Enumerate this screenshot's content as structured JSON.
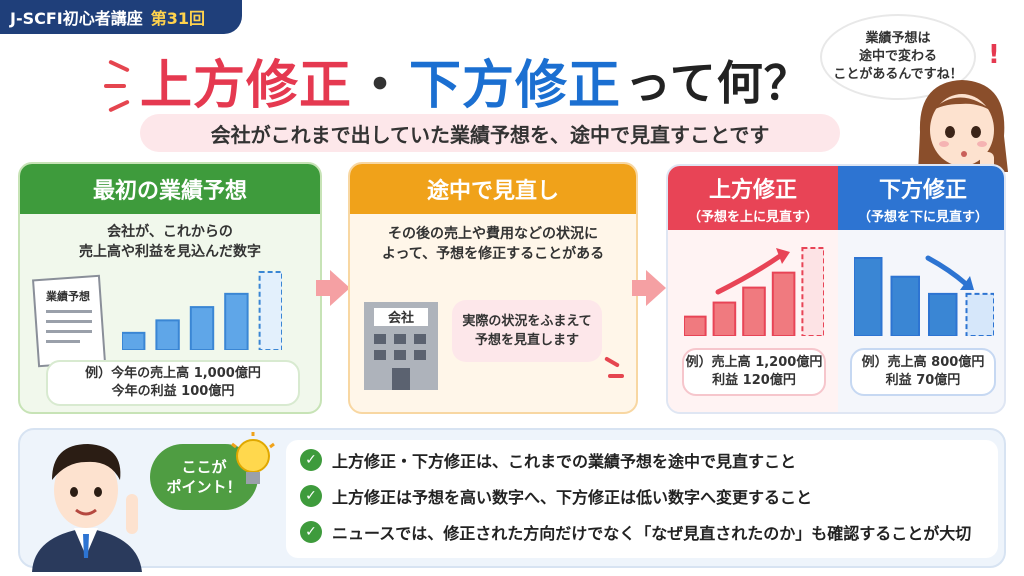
{
  "series": {
    "name": "J-SCFI初心者講座",
    "episode": "第31回"
  },
  "title": {
    "up": "上方修正",
    "dot": "・",
    "down": "下方修正",
    "rest": "って何？"
  },
  "subtitle": "会社がこれまで出していた業績予想を、途中で見直すことです",
  "speech_top": "業績予想は\n途中で変わる\nことがあるんですね！",
  "card_initial": {
    "title": "最初の業績予想",
    "desc": "会社が、これからの\n売上高や利益を見込んだ数字",
    "doc_label": "業績予想",
    "example": "例）今年の売上高 1,000億円\n今年の利益 100億円"
  },
  "card_midway": {
    "title": "途中で見直し",
    "desc": "その後の売上や費用などの状況に\nよって、予想を修正することがある",
    "building_label": "会社",
    "bubble": "実際の状況をふまえて\n予想を見直します"
  },
  "card_up": {
    "title": "上方修正",
    "sub": "（予想を上に見直す）",
    "example": "例）売上高 1,200億円\n利益 120億円"
  },
  "card_down": {
    "title": "下方修正",
    "sub": "（予想を下に見直す）",
    "example": "例）売上高 800億円\n利益 70億円"
  },
  "point_speech": "ここが\nポイント！",
  "points": [
    "上方修正・下方修正は、これまでの業績予想を途中で見直すこと",
    "上方修正は予想を高い数字へ、下方修正は低い数字へ変更すること",
    "ニュースでは、修正された方向だけでなく「なぜ見直されたのか」も確認することが大切"
  ],
  "colors": {
    "up": "#e84456",
    "down": "#2d74d2",
    "green": "#3e9b3c",
    "orange": "#f0a21a",
    "navy": "#1f3f7a"
  },
  "bars": {
    "initial": [
      0.22,
      0.38,
      0.55,
      0.72,
      1.0
    ],
    "up": [
      0.22,
      0.38,
      0.55,
      0.72,
      1.0
    ],
    "down": [
      1.0,
      0.76,
      0.54,
      0.54
    ]
  }
}
